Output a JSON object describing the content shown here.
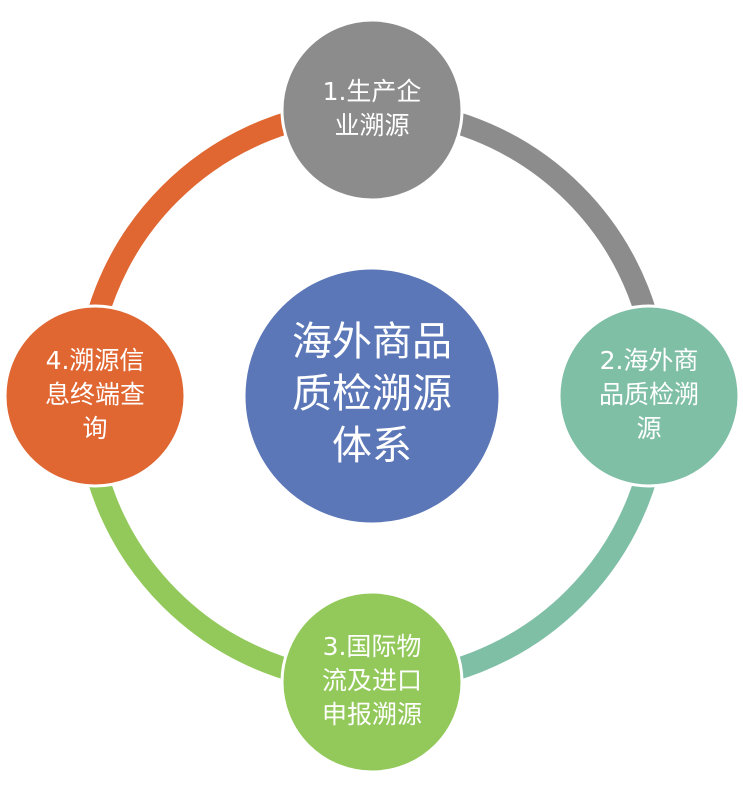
{
  "center": {
    "lines": [
      "海外商品",
      "质检溯源",
      "体系"
    ],
    "color": "#5b77b8"
  },
  "nodes": [
    {
      "id": "top",
      "lines": [
        "1.生产企",
        "业溯源"
      ],
      "color": "#8c8c8c",
      "arc_color": "#8c8c8c"
    },
    {
      "id": "right",
      "lines": [
        "2.海外商",
        "品质检溯",
        "源"
      ],
      "color": "#7fbfa6",
      "arc_color": "#7fbfa6"
    },
    {
      "id": "bottom",
      "lines": [
        "3.国际物",
        "流及进口",
        "申报溯源"
      ],
      "color": "#92c95a",
      "arc_color": "#92c95a"
    },
    {
      "id": "left",
      "lines": [
        "4.溯源信",
        "息终端查",
        "询"
      ],
      "color": "#e06632",
      "arc_color": "#e06632"
    }
  ]
}
